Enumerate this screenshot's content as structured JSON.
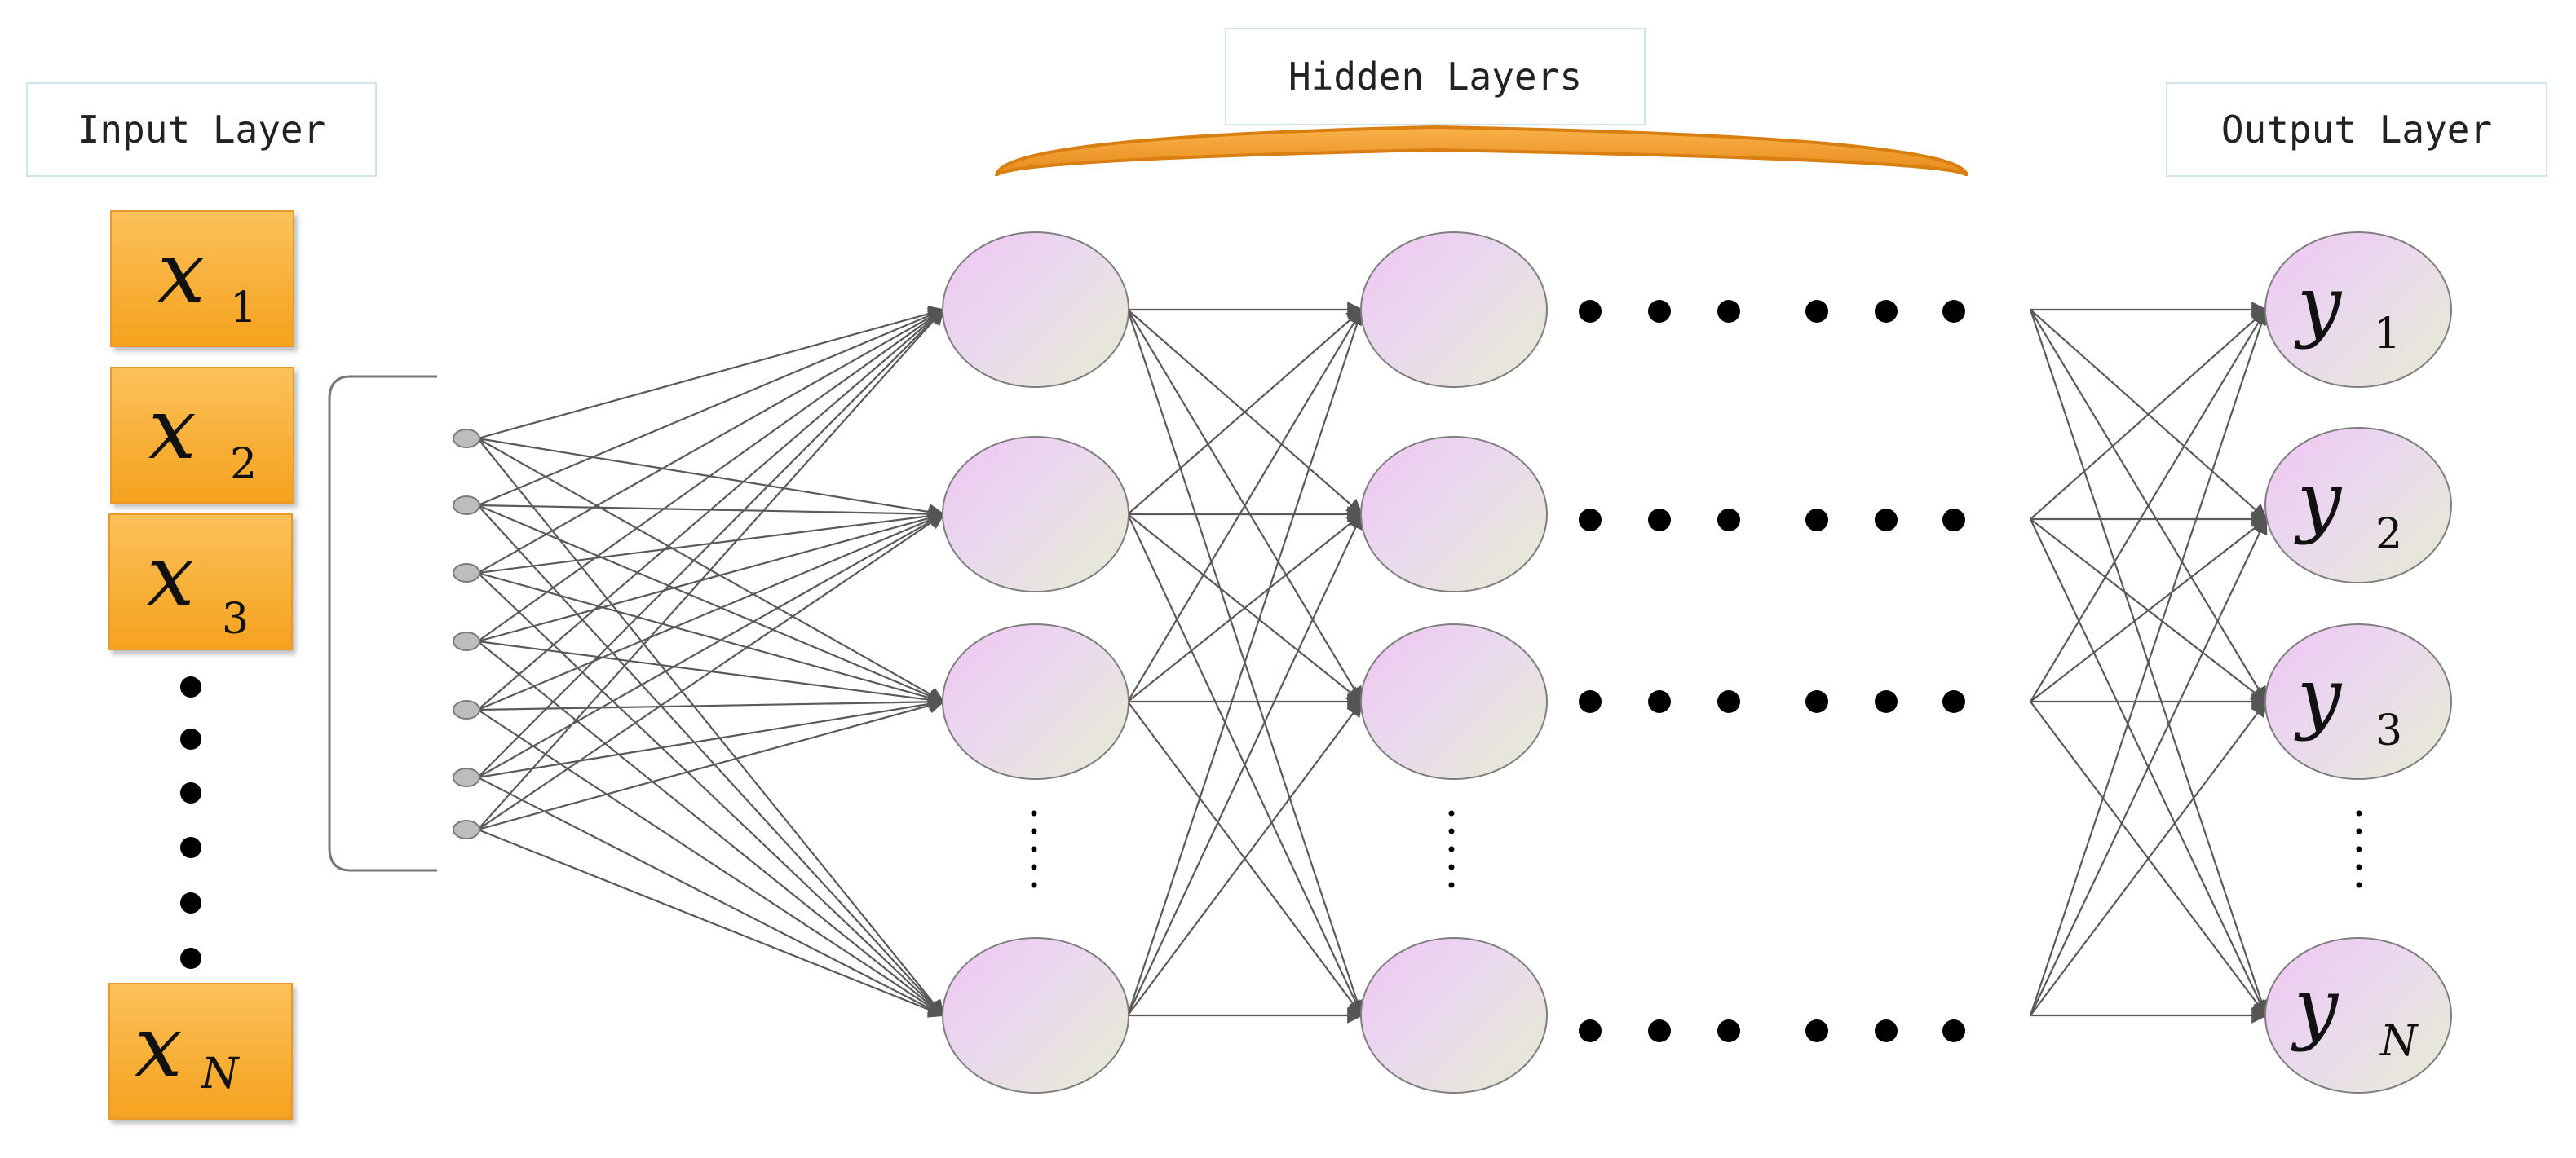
{
  "labels": {
    "input_layer": "Input Layer",
    "hidden_layers": "Hidden Layers",
    "output_layer": "Output Layer"
  },
  "inputs": [
    {
      "var": "x",
      "sub": "1"
    },
    {
      "var": "x",
      "sub": "2"
    },
    {
      "var": "x",
      "sub": "3"
    },
    {
      "var": "x",
      "sub": "N"
    }
  ],
  "outputs": [
    {
      "var": "y",
      "sub": "1"
    },
    {
      "var": "y",
      "sub": "2"
    },
    {
      "var": "y",
      "sub": "3"
    },
    {
      "var": "y",
      "sub": "N"
    }
  ],
  "colors": {
    "input_box": "#f5a623",
    "brace": "#f09b2e",
    "neuron_top": "#efc6f3",
    "neuron_bottom": "#e6ecd2",
    "edge": "#5a5a5a"
  }
}
